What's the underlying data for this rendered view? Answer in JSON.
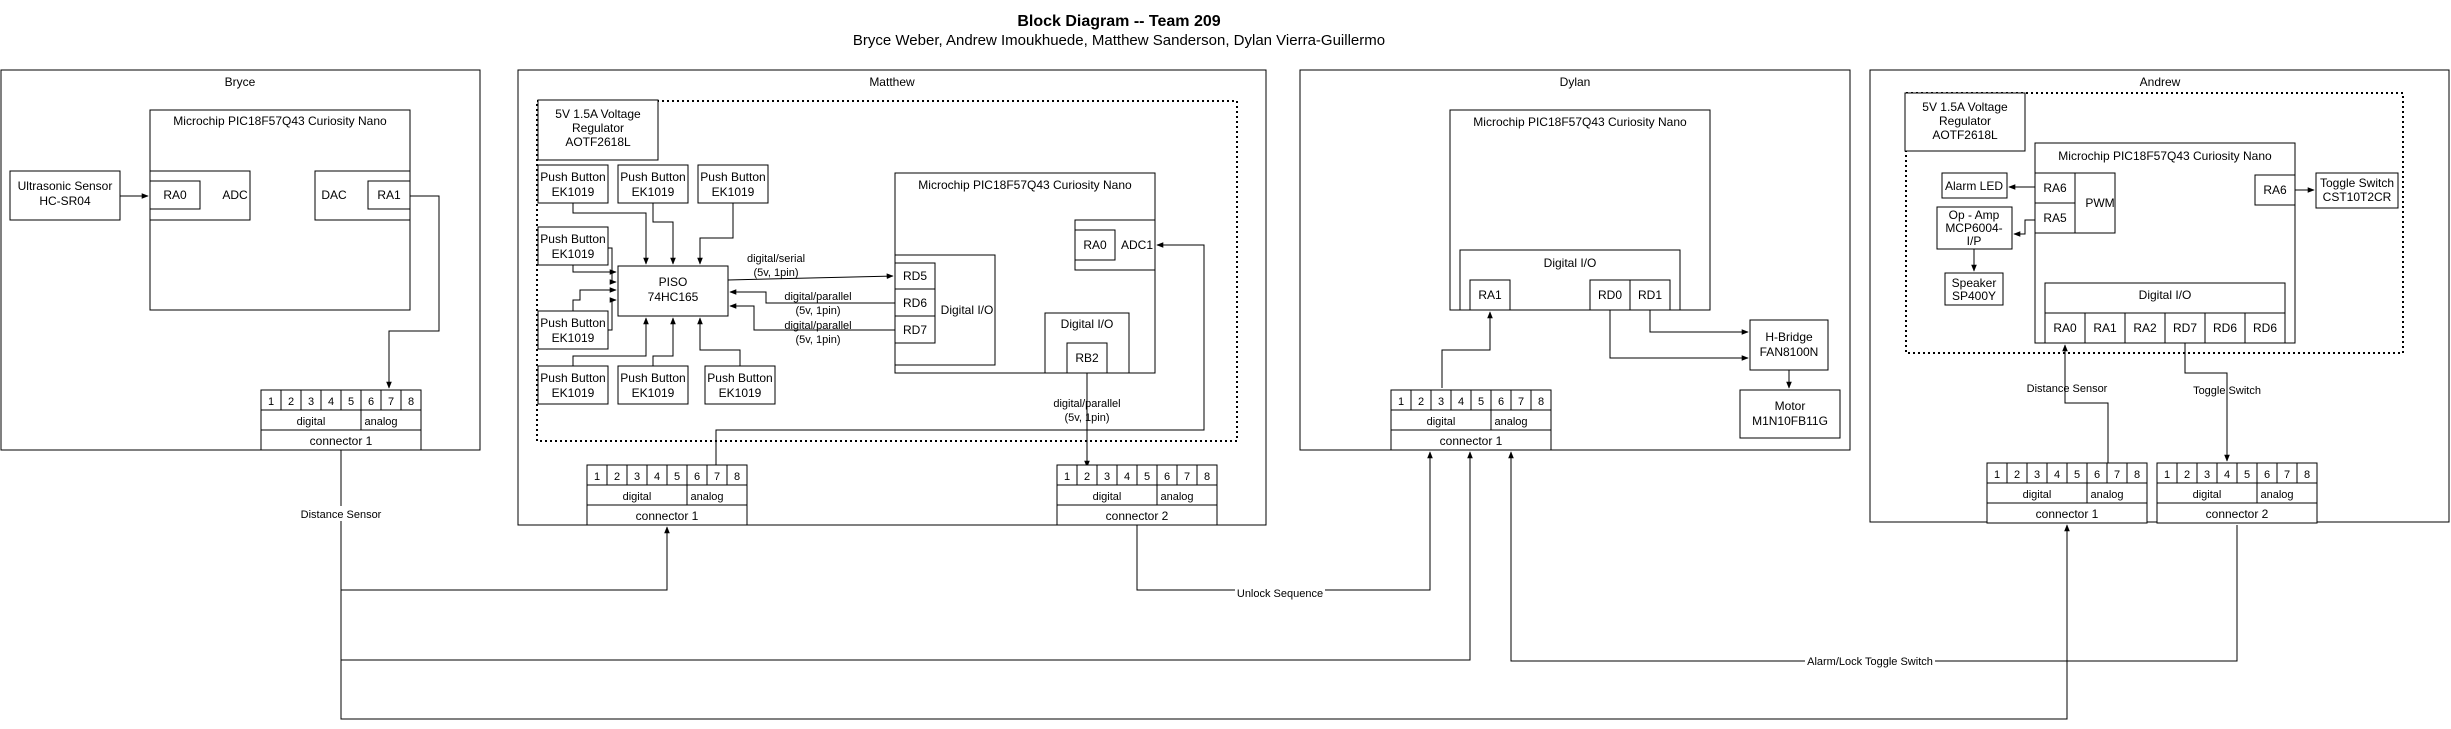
{
  "header": {
    "title": "Block Diagram -- Team 209",
    "subtitle": "Bryce Weber, Andrew Imoukhuede, Matthew Sanderson, Dylan Vierra-Guillermo"
  },
  "connector": {
    "pins": [
      "1",
      "2",
      "3",
      "4",
      "5",
      "6",
      "7",
      "8"
    ],
    "digital": "digital",
    "analog": "analog"
  },
  "bryce": {
    "name": "Bryce",
    "sensor_line1": "Ultrasonic Sensor",
    "sensor_line2": "HC-SR04",
    "mcu": "Microchip PIC18F57Q43 Curiosity Nano",
    "ra0": "RA0",
    "adc": "ADC",
    "dac": "DAC",
    "ra1": "RA1",
    "connector": "connector 1"
  },
  "matthew": {
    "name": "Matthew",
    "reg_line1": "5V 1.5A Voltage",
    "reg_line2": "Regulator",
    "reg_line3": "AOTF2618L",
    "btn_line1": "Push Button",
    "btn_line2": "EK1019",
    "piso_line1": "PISO",
    "piso_line2": "74HC165",
    "serial_line1": "digital/serial",
    "serial_line2": "(5v, 1pin)",
    "par_line1": "digital/parallel",
    "par_line2": "(5v, 1pin)",
    "mcu": "Microchip PIC18F57Q43 Curiosity Nano",
    "rd5": "RD5",
    "rd6": "RD6",
    "rd7": "RD7",
    "dio": "Digital I/O",
    "ra0": "RA0",
    "adc1": "ADC1",
    "dio2": "Digital I/O",
    "rb2": "RB2",
    "conn1": "connector 1",
    "conn2": "connector 2"
  },
  "dylan": {
    "name": "Dylan",
    "mcu": "Microchip PIC18F57Q43 Curiosity Nano",
    "dio": "Digital I/O",
    "ra1": "RA1",
    "rd0": "RD0",
    "rd1": "RD1",
    "hb_line1": "H-Bridge",
    "hb_line2": "FAN8100N",
    "motor_line1": "Motor",
    "motor_line2": "M1N10FB11G",
    "connector": "connector 1"
  },
  "andrew": {
    "name": "Andrew",
    "reg_line1": "5V 1.5A Voltage",
    "reg_line2": "Regulator",
    "reg_line3": "AOTF2618L",
    "mcu": "Microchip PIC18F57Q43 Curiosity Nano",
    "alarm": "Alarm LED",
    "ra6": "RA6",
    "ra5": "RA5",
    "pwm": "PWM",
    "opamp_line1": "Op - Amp",
    "opamp_line2": "MCP6004-",
    "opamp_line3": "I/P",
    "spk_line1": "Speaker",
    "spk_line2": "SP400Y",
    "ra6b": "RA6",
    "toggle_line1": "Toggle Switch",
    "toggle_line2": "CST10T2CR",
    "dio": "Digital I/O",
    "pins": [
      "RA0",
      "RA1",
      "RA2",
      "RD7",
      "RD6",
      "RD6"
    ],
    "conn1": "connector 1",
    "conn2": "connector 2"
  },
  "links": {
    "distance_sensor": "Distance Sensor",
    "unlock_sequence": "Unlock Sequence",
    "alarm_toggle": "Alarm/Lock Toggle Switch",
    "andrew_distance": "Distance Sensor",
    "andrew_toggle": "Toggle Switch",
    "rb2_line1": "digital/parallel",
    "rb2_line2": "(5v, 1pin)"
  }
}
